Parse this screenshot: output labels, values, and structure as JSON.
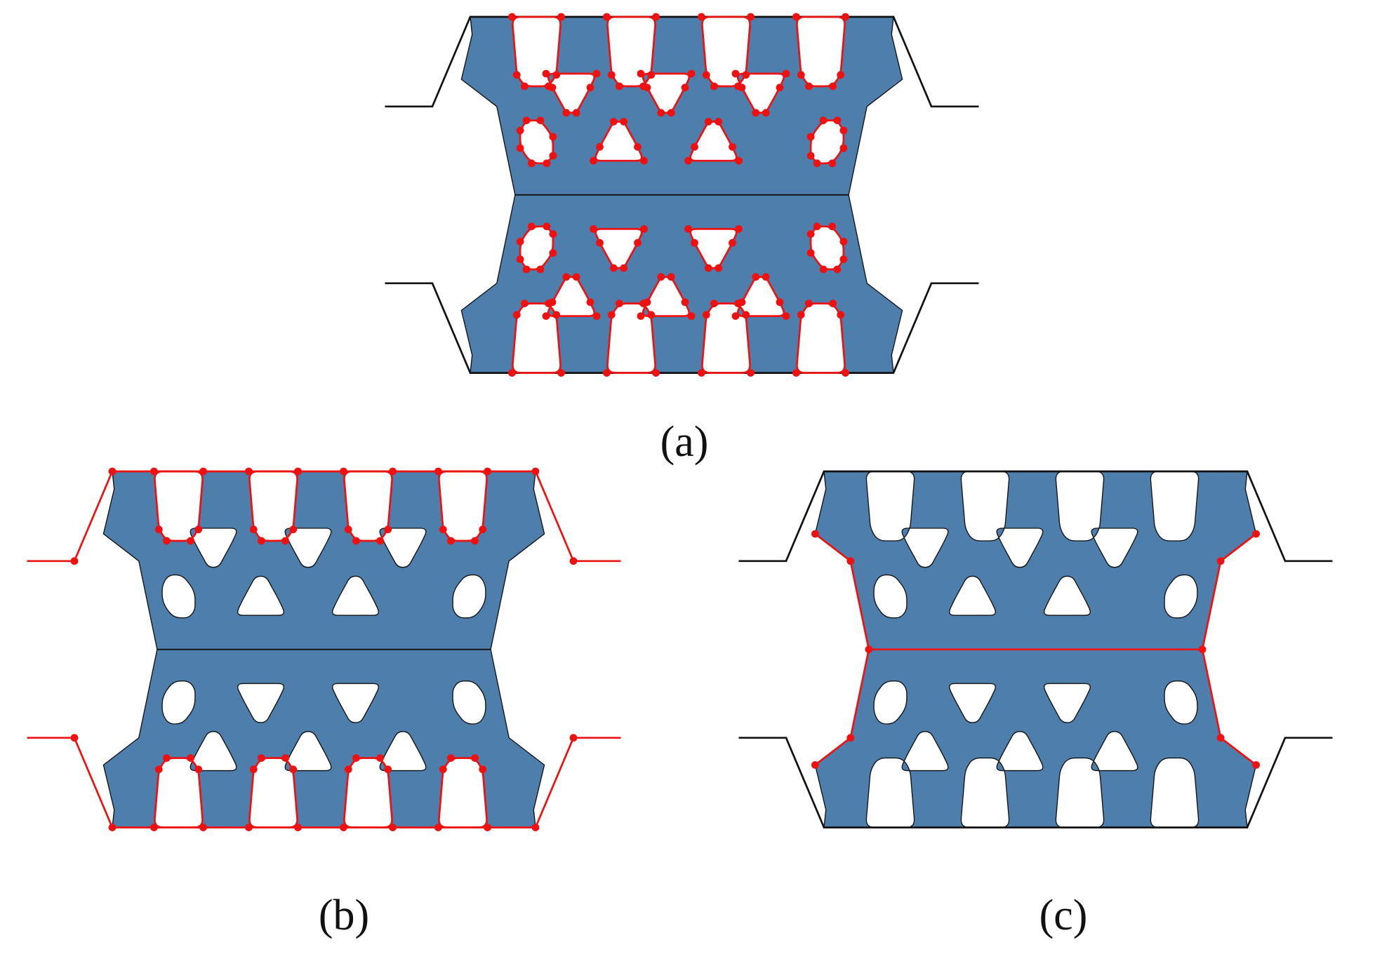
{
  "figure": {
    "panels": [
      {
        "id": "a",
        "label": "(a)",
        "highlight": "holes"
      },
      {
        "id": "b",
        "label": "(b)",
        "highlight": "outer-top-bottom"
      },
      {
        "id": "c",
        "label": "(c)",
        "highlight": "sides-middle"
      }
    ]
  },
  "colors": {
    "body": "#4e7eab",
    "highlight": "#ee1111",
    "outline": "#111111",
    "background": "#ffffff"
  }
}
